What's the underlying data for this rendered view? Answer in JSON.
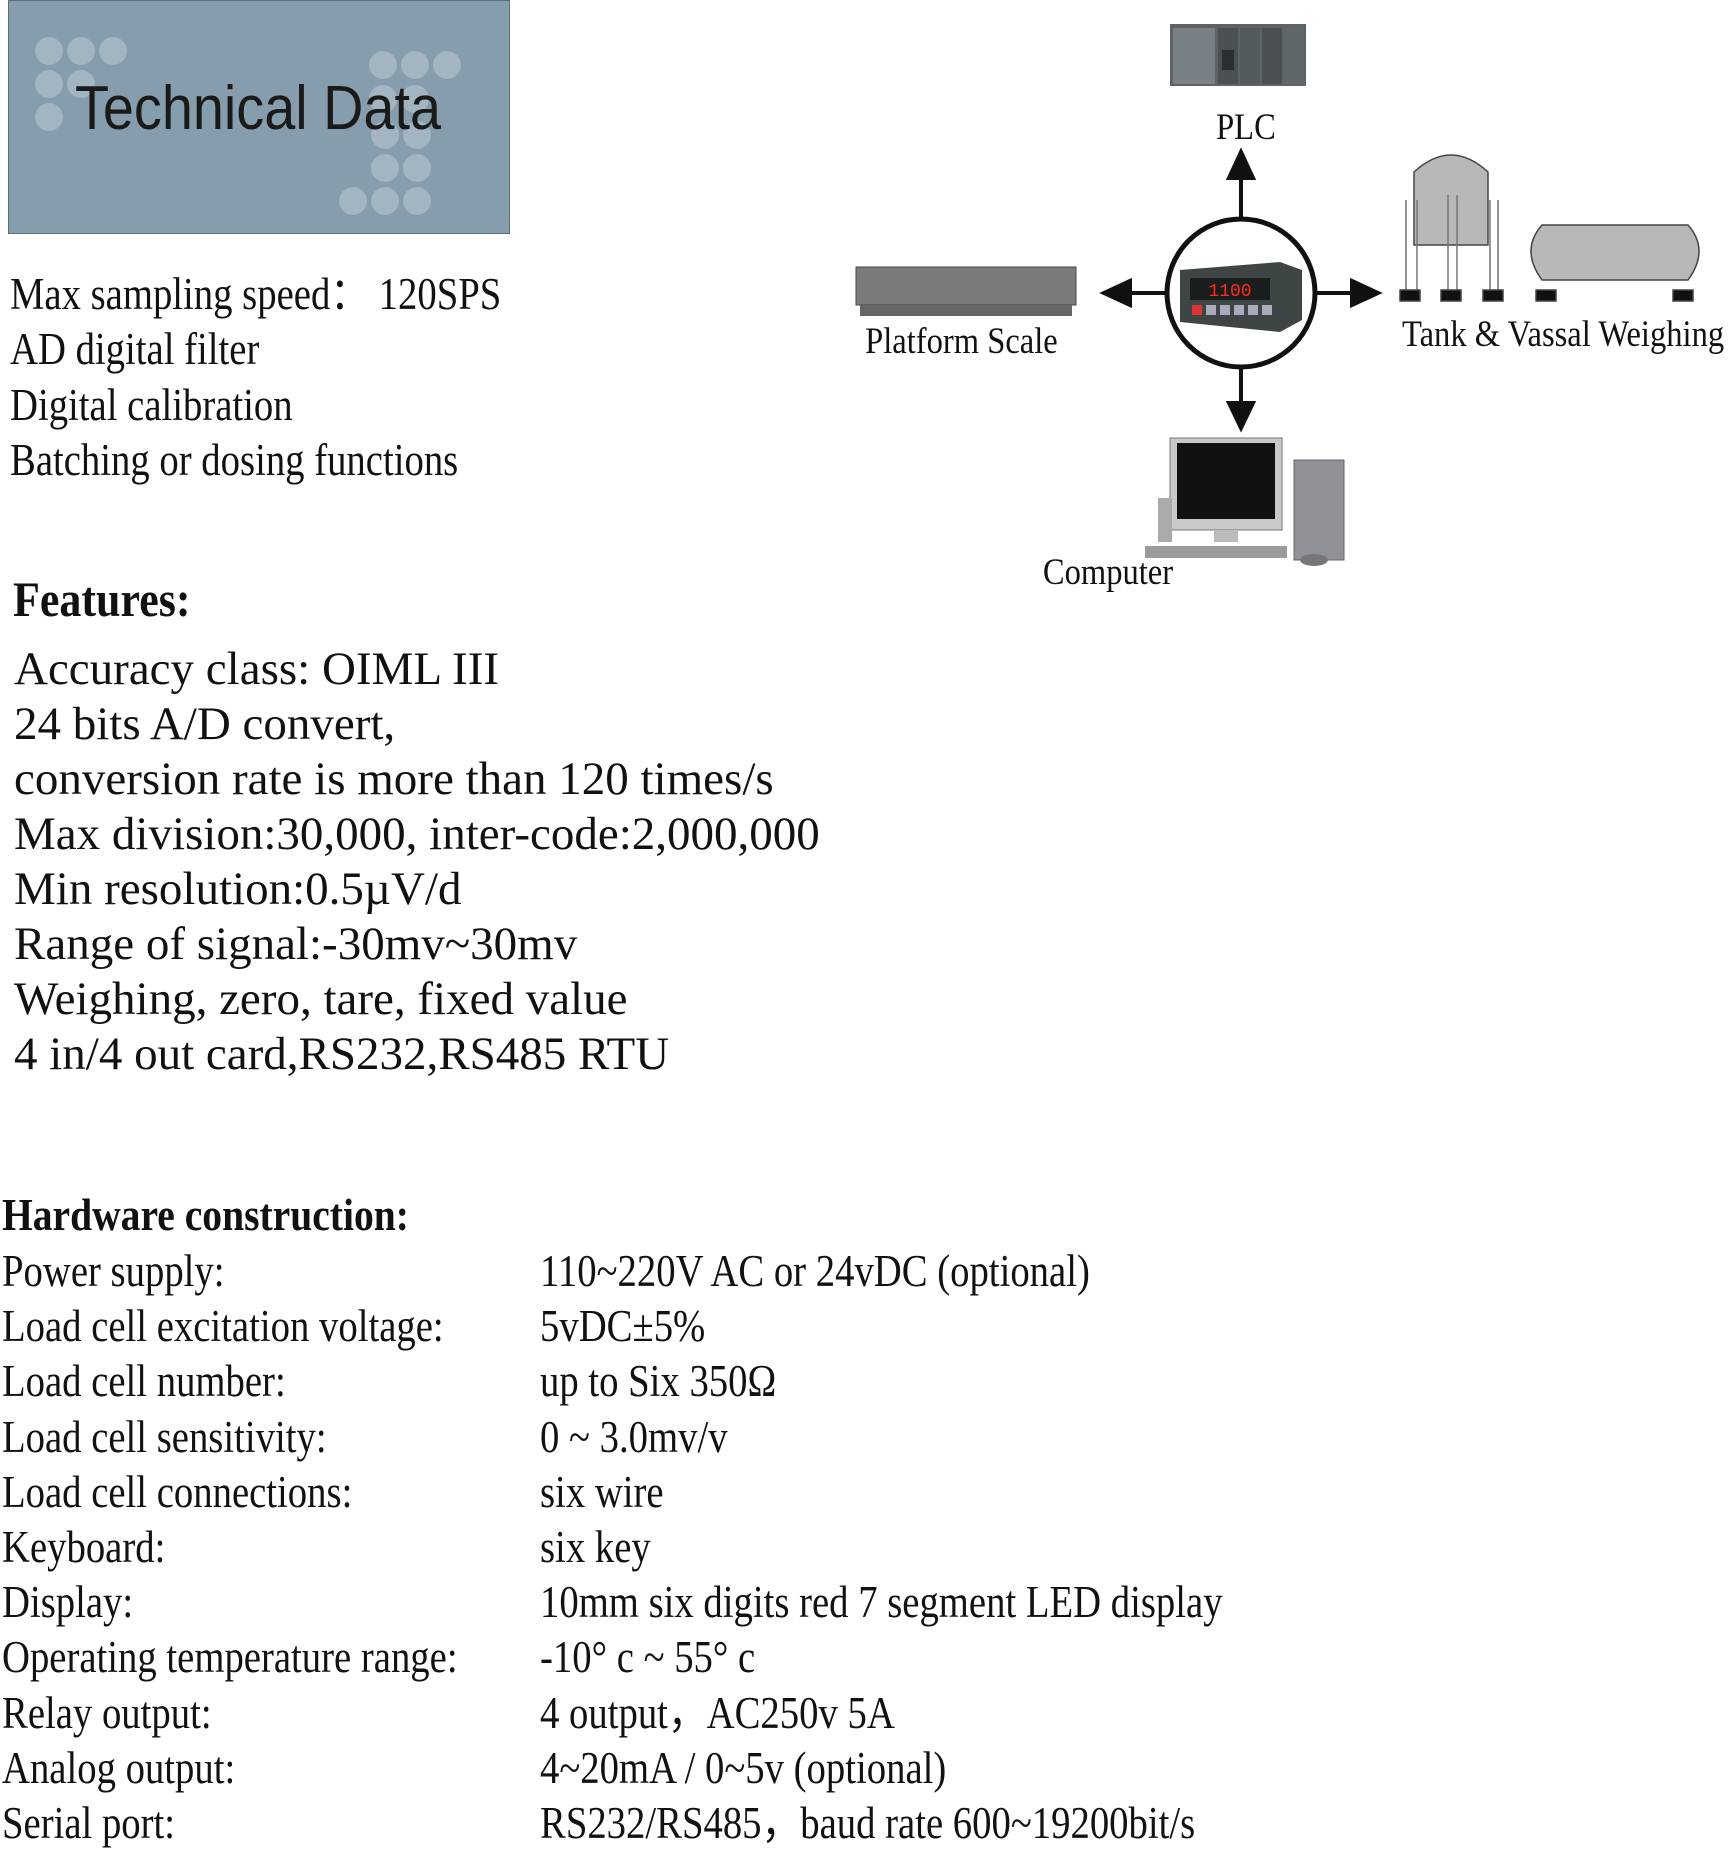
{
  "title": "Technical Data",
  "technical": [
    "Max sampling speed：  120SPS",
    "AD digital filter",
    "Digital calibration",
    "Batching or dosing functions"
  ],
  "diagram": {
    "plc": "PLC",
    "platform": "Platform Scale",
    "tank": "Tank & Vassal Weighing",
    "computer": "Computer",
    "display_reading": "1100"
  },
  "features": {
    "heading": "Features:",
    "items": [
      "Accuracy class: OIML III",
      "24 bits A/D convert,",
      "conversion rate is more than 120 times/s",
      "Max division:30,000, inter-code:2,000,000",
      "Min resolution:0.5µV/d",
      "Range of signal:-30mv~30mv",
      "Weighing, zero, tare, fixed value",
      "4 in/4 out card,RS232,RS485 RTU"
    ]
  },
  "hardware": {
    "heading": "Hardware construction:",
    "rows": [
      {
        "label": "Power supply:",
        "value": " 110~220V AC or 24vDC (optional)"
      },
      {
        "label": "Load cell excitation voltage:",
        "value": " 5vDC±5%"
      },
      {
        "label": "Load cell number:",
        "value": "up to Six 350Ω"
      },
      {
        "label": "Load cell sensitivity:",
        "value": " 0 ~ 3.0mv/v"
      },
      {
        "label": "Load cell connections:",
        "value": "six wire"
      },
      {
        "label": "Keyboard:",
        "value": "six key"
      },
      {
        "label": "Display:",
        "value": "10mm six digits red 7 segment LED display"
      },
      {
        "label": "Operating temperature range:",
        "value": "-10° c ~ 55° c"
      },
      {
        "label": "Relay output:",
        "value": " 4 output，AC250v 5A"
      },
      {
        "label": "Analog output:",
        "value": "4~20mA / 0~5v (optional)"
      },
      {
        "label": "Serial port:",
        "value": "RS232/RS485，baud rate 600~19200bit/s"
      }
    ]
  },
  "colors": {
    "title_bg": "#869dad",
    "dots": "#a3b5c1",
    "led": "#ff2a1a"
  }
}
